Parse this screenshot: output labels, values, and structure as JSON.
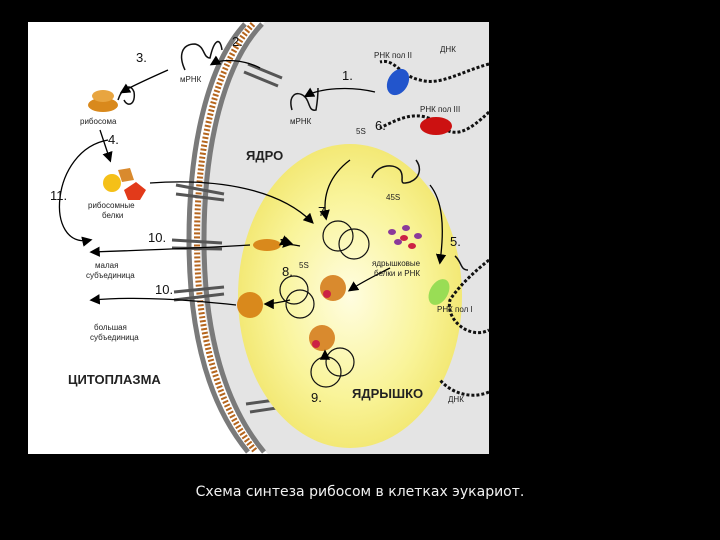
{
  "labels": {
    "step1": "1.",
    "step2": "2.",
    "step3": "3.",
    "step4": "4.",
    "step5": "5.",
    "step6": "6.",
    "step7": "7.",
    "step8": "8.",
    "step9": "9.",
    "step10a": "10.",
    "step10b": "10.",
    "step11": "11.",
    "rnk_pol2": "РНК пол II",
    "dnk_top": "ДНК",
    "rnk_pol3": "РНК пол III",
    "mrnk_cyto": "мРНК",
    "mrnk_nuc": "мРНК",
    "ribosome": "рибосома",
    "ss5_top": "5S",
    "ss5_mid": "5S",
    "s45": "45S",
    "rib_proteins_1": "рибосомные",
    "rib_proteins_2": "белки",
    "nucleolar_1": "ядрышковые",
    "nucleolar_2": "белки и РНК",
    "small_sub_1": "малая",
    "small_sub_2": "субъединица",
    "large_sub_1": "большая",
    "large_sub_2": "субъединица",
    "rnk_pol1": "РНК пол I",
    "dnk_bottom": "ДНК",
    "nucleus": "ЯДРО",
    "cytoplasm": "ЦИТОПЛАЗМА",
    "nucleolus": "ЯДРЫШКО"
  },
  "caption": "Схема синтеза рибосом в клетках эукариот.",
  "colors": {
    "background": "#000000",
    "panel": "#ffffff",
    "nucleus": "#e6e6e6",
    "nucleolus": "#f7f08a",
    "membrane": "#808080",
    "subunit": "#d9891c",
    "rnk_pol2": "#2255cc",
    "rnk_pol3": "#cc1111",
    "rnk_pol1": "#99dd55"
  }
}
